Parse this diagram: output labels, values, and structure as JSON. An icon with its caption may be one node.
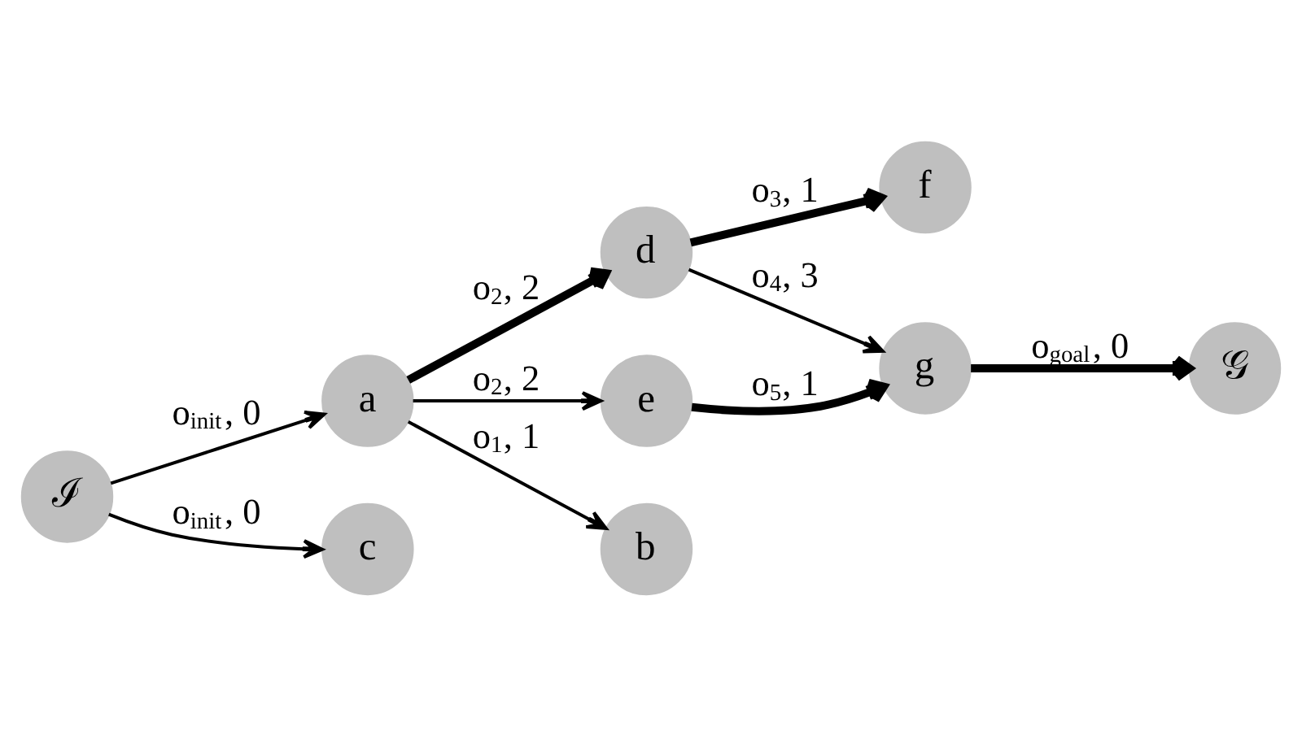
{
  "diagram": {
    "nodes": [
      {
        "text": [
          "ℐ"
        ]
      },
      {
        "text": [
          "a"
        ]
      },
      {
        "text": [
          "c"
        ]
      },
      {
        "text": [
          "d"
        ]
      },
      {
        "text": [
          "e"
        ]
      },
      {
        "text": [
          "b"
        ]
      },
      {
        "text": [
          "f"
        ]
      },
      {
        "text": [
          "g"
        ]
      },
      {
        "text": [
          "𝒢"
        ]
      }
    ],
    "edges": [
      {
        "from": 0,
        "to": 1,
        "arrow": "to",
        "label": "o$_{init}$, 0"
      },
      {
        "from": 0,
        "to": 2,
        "arrow": "to",
        "label": "o$_{init}$, 0"
      },
      {
        "from": 1,
        "to": 3,
        "arrow": "to",
        "label": "o$_{2}$, 2",
        "style": "thick"
      },
      {
        "from": 1,
        "to": 4,
        "arrow": "to",
        "label": "o$_{2}$, 2"
      },
      {
        "from": 1,
        "to": 5,
        "arrow": "to",
        "label": "o$_{1}$, 1"
      },
      {
        "from": 3,
        "to": 6,
        "arrow": "to",
        "label": "o$_{3}$, 1",
        "style": "thick"
      },
      {
        "from": 3,
        "to": 7,
        "arrow": "to",
        "label": "o$_{4}$, 3"
      },
      {
        "from": 4,
        "to": 7,
        "arrow": "to",
        "label": "o$_{5}$, 1",
        "style": "thick"
      },
      {
        "from": 7,
        "to": 8,
        "arrow": "to",
        "label": "o$_{goal}$, 0",
        "style": "thick"
      }
    ]
  }
}
